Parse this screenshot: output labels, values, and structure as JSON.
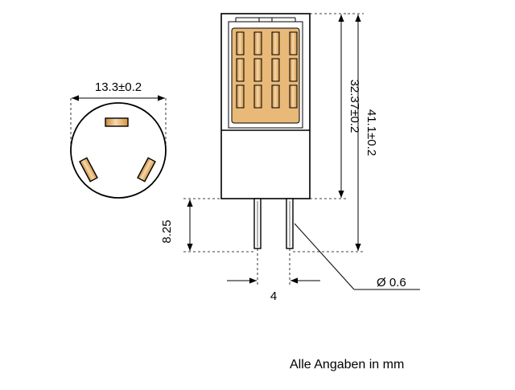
{
  "drawing": {
    "width_label": "13.3±0.2",
    "body_height_label": "32.37±0.2",
    "total_height_label": "41.1±0.2",
    "pin_length_label": "8.25",
    "pin_spacing_label": "4",
    "pin_diameter_label": "Ø 0.6",
    "caption": "Alle Angaben in mm"
  },
  "colors": {
    "line": "#000000",
    "led_chip": "#e3a45a",
    "led_chip_light": "#f3d9b0",
    "led_chip_dark": "#c98636",
    "background": "#ffffff"
  }
}
